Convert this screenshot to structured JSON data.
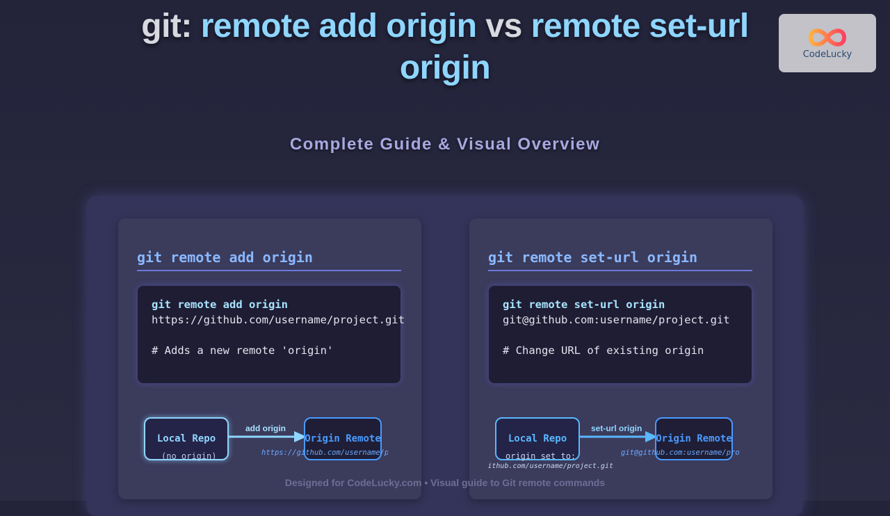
{
  "header": {
    "title_prefix": "git: ",
    "title_cmd1": "remote add origin",
    "title_vs": " vs ",
    "title_cmd2": "remote set-url origin",
    "subtitle": "Complete Guide & Visual Overview"
  },
  "logo": {
    "text": "CodeLucky"
  },
  "cards": [
    {
      "heading": "git remote add origin",
      "code_cmd": "git remote add origin",
      "code_url": "https://github.com/username/project.git",
      "code_comment": "# Adds a new remote 'origin'",
      "local_label": "Local Repo",
      "local_note": "(no origin)",
      "arrow_label": "add origin",
      "remote_label": "Origin Remote",
      "remote_url": "https://github.com/username/project.git"
    },
    {
      "heading": "git remote set-url origin",
      "code_cmd": "git remote set-url origin",
      "code_url": "git@github.com:username/project.git",
      "code_comment": "# Change URL of existing origin",
      "local_label": "Local Repo",
      "local_note": "origin set to:",
      "local_url": "https://github.com/username/project.git",
      "arrow_label": "set-url origin",
      "remote_label": "Origin Remote",
      "remote_url": "git@github.com:username/project.git"
    }
  ],
  "footer": "Designed for CodeLucky.com • Visual guide to Git remote commands",
  "colors": {
    "accent": "#8fd6ff",
    "heading": "#8ab8ff",
    "remote": "#4a9aff"
  }
}
